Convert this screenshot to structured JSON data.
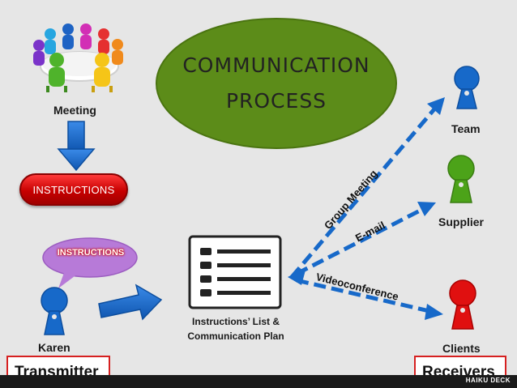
{
  "title": {
    "line1": "COMMUNICATION",
    "line2": "PROCESS"
  },
  "meeting": {
    "label": "Meeting",
    "icon": "meeting-table-people-icon"
  },
  "instructions_pill": {
    "label": "INSTRUCTIONS"
  },
  "speech_bubble": {
    "label": "INSTRUCTIONS"
  },
  "transmitter": {
    "name": "Karen",
    "role": "Transmitter"
  },
  "document": {
    "icon": "checklist-document-icon",
    "label_line1": "Instructions’ List &",
    "label_line2": "Communication  Plan"
  },
  "channels": {
    "group_meeting": "Group Meeting",
    "email": "E-mail",
    "videoconference": "Videoconference"
  },
  "receivers": {
    "role": "Receivers",
    "team": {
      "label": "Team",
      "color": "#1769c9"
    },
    "supplier": {
      "label": "Supplier",
      "color": "#4ca319"
    },
    "clients": {
      "label": "Clients",
      "color": "#e01010"
    }
  },
  "brand": "HAIKU DECK",
  "colors": {
    "ellipse": "#5c8c19",
    "blue": "#1769c9",
    "red_pill": "#cc0000",
    "bubble": "#b77ad8",
    "frame_red": "#d62020"
  }
}
